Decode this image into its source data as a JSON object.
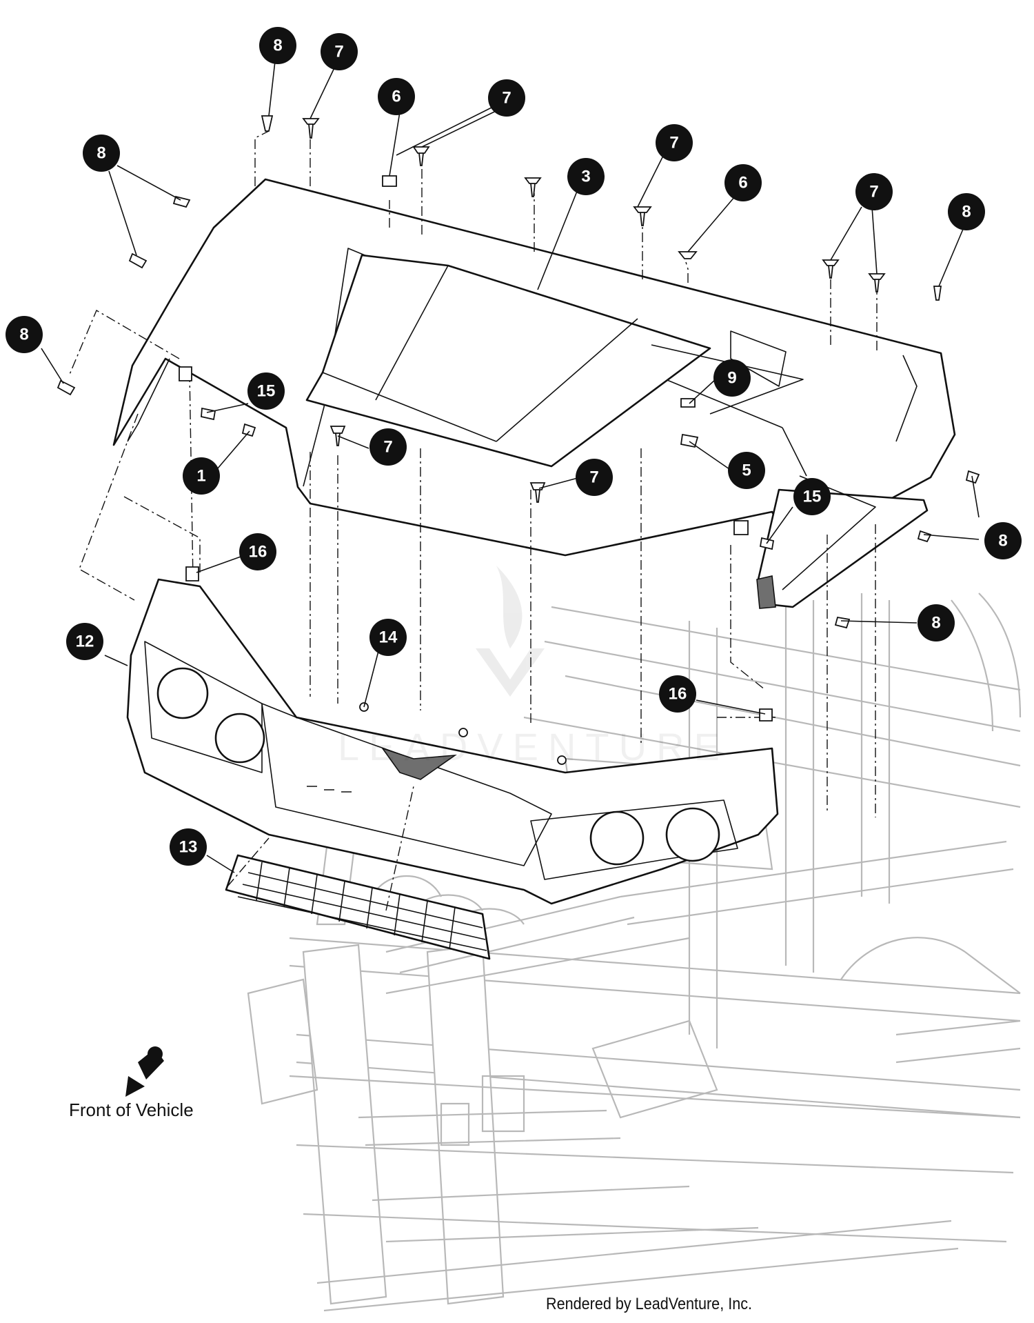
{
  "callouts": [
    "1",
    "3",
    "5",
    "6",
    "7",
    "8",
    "9",
    "12",
    "13",
    "14",
    "15",
    "16"
  ],
  "labels": {
    "front_of_vehicle": "Front of Vehicle",
    "rendered_by": "Rendered by LeadVenture, Inc.",
    "watermark": "LEADVENTURE"
  },
  "colors": {
    "line": "#111111",
    "frame_gray": "#b8b8b8",
    "callout_fill": "#111111",
    "callout_text": "#ffffff"
  },
  "icons": [
    "front-direction-arrow-icon",
    "leadventure-logo-watermark-icon"
  ]
}
